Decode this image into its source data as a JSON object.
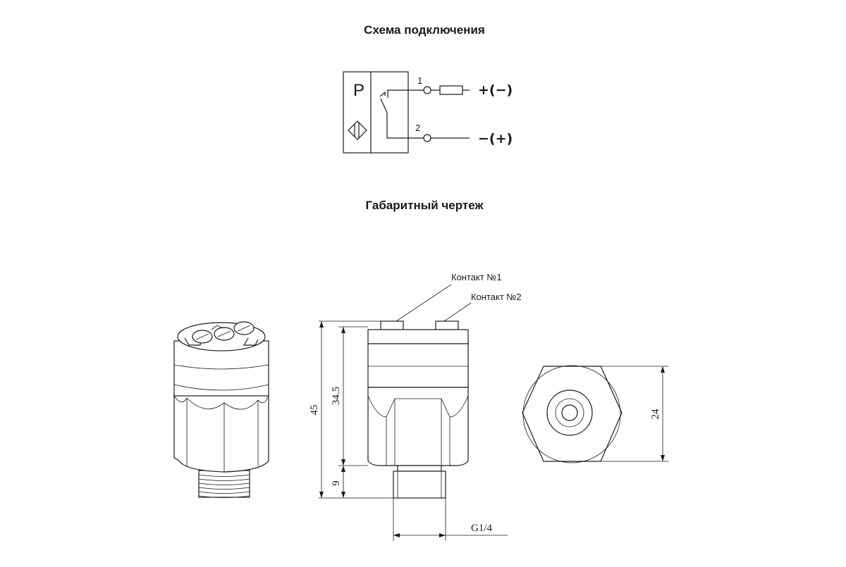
{
  "wiring": {
    "title": "Схема подключения",
    "p_symbol": "P",
    "terminal_1": "1",
    "terminal_2": "2",
    "wire_1_label": "+(−)",
    "wire_2_label": "−(+)"
  },
  "drawing": {
    "title": "Габаритный чертеж",
    "contact_1": "Контакт №1",
    "contact_2": "Контакт №2",
    "dim_total_height": "45",
    "dim_body_height": "34.5",
    "dim_thread_length": "9",
    "dim_thread": "G1/4",
    "dim_hex_width": "24"
  }
}
